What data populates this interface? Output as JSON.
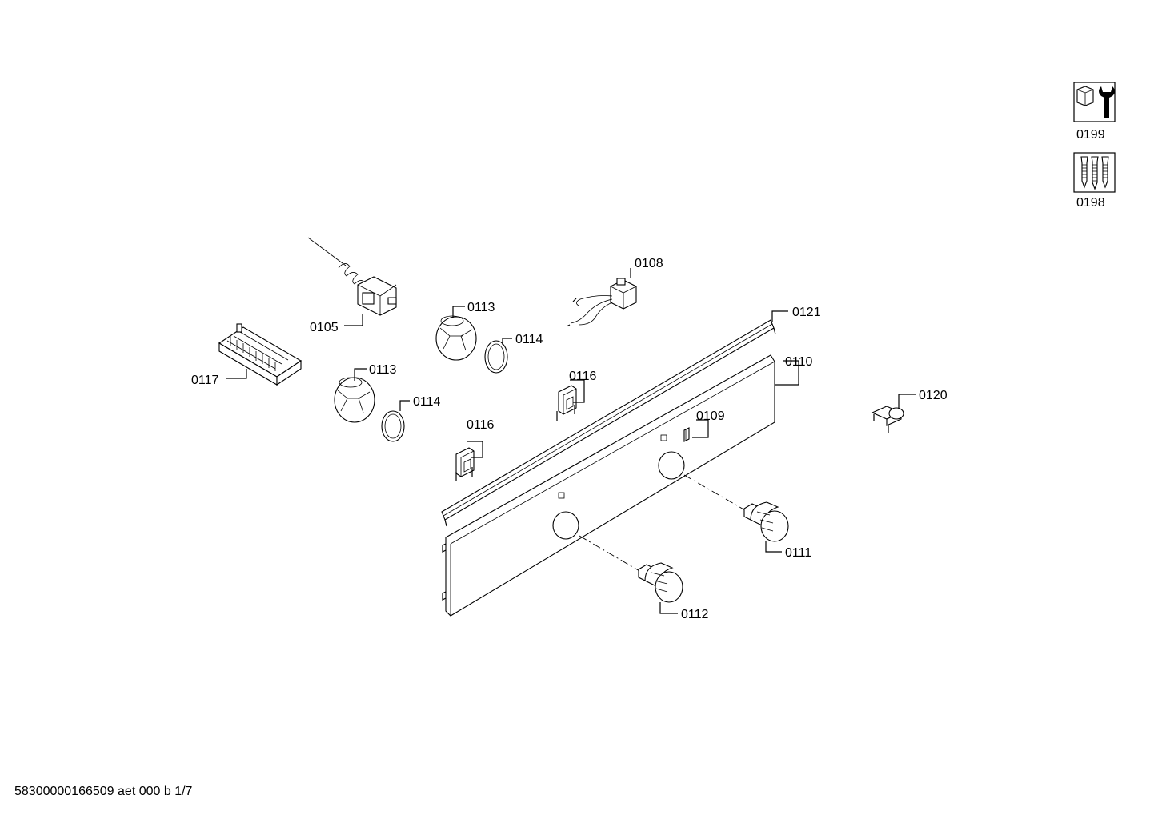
{
  "labels": {
    "p0105": "0105",
    "p0108": "0108",
    "p0109": "0109",
    "p0110": "0110",
    "p0111": "0111",
    "p0112": "0112",
    "p0113a": "0113",
    "p0113b": "0113",
    "p0114a": "0114",
    "p0114b": "0114",
    "p0116a": "0116",
    "p0116b": "0116",
    "p0117": "0117",
    "p0120": "0120",
    "p0121": "0121",
    "p0198": "0198",
    "p0199": "0199"
  },
  "icons": {
    "tools": "wrench-nut-icon",
    "fasteners": "screws-icon"
  },
  "footer": "58300000166509 aet 000 b 1/7"
}
